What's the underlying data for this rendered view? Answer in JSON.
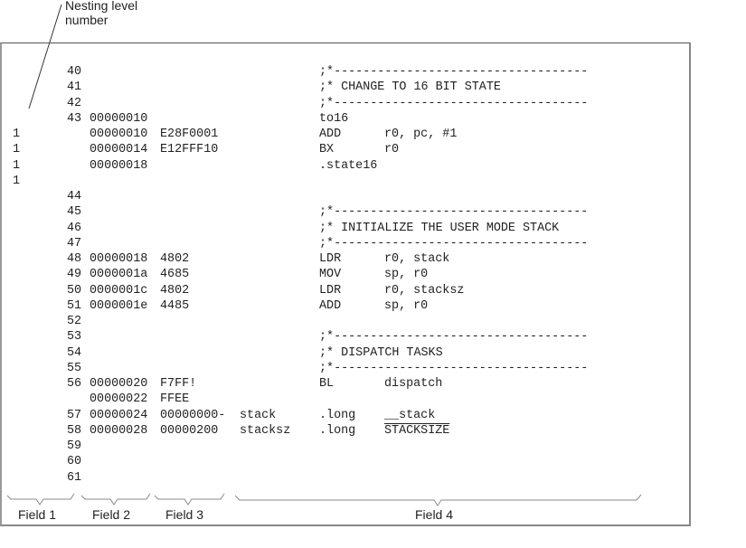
{
  "annotation": {
    "label_line1": "Nesting level",
    "label_line2": "number"
  },
  "listing": {
    "rows": [
      {
        "nest": "",
        "line": "40",
        "addr": "",
        "obj": "",
        "label": "",
        "mnem": "",
        "oper": "",
        "comment": ";*-----------------------------------"
      },
      {
        "nest": "",
        "line": "41",
        "addr": "",
        "obj": "",
        "label": "",
        "mnem": "",
        "oper": "",
        "comment": ";* CHANGE TO 16 BIT STATE"
      },
      {
        "nest": "",
        "line": "42",
        "addr": "",
        "obj": "",
        "label": "",
        "mnem": "",
        "oper": "",
        "comment": ";*-----------------------------------"
      },
      {
        "nest": "",
        "line": "43",
        "addr": "00000010",
        "obj": "",
        "label": "",
        "mnem": "to16",
        "oper": "",
        "comment": ""
      },
      {
        "nest": "1",
        "line": "",
        "addr": "00000010",
        "obj": "E28F0001",
        "label": "",
        "mnem": "ADD",
        "oper": "r0, pc, #1",
        "comment": ""
      },
      {
        "nest": "1",
        "line": "",
        "addr": "00000014",
        "obj": "E12FFF10",
        "label": "",
        "mnem": "BX",
        "oper": "r0",
        "comment": ""
      },
      {
        "nest": "1",
        "line": "",
        "addr": "00000018",
        "obj": "",
        "label": "",
        "mnem": ".state16",
        "oper": "",
        "comment": ""
      },
      {
        "nest": "1",
        "line": "",
        "addr": "",
        "obj": "",
        "label": "",
        "mnem": "",
        "oper": "",
        "comment": ""
      },
      {
        "nest": "",
        "line": "44",
        "addr": "",
        "obj": "",
        "label": "",
        "mnem": "",
        "oper": "",
        "comment": ""
      },
      {
        "nest": "",
        "line": "45",
        "addr": "",
        "obj": "",
        "label": "",
        "mnem": "",
        "oper": "",
        "comment": ";*-----------------------------------"
      },
      {
        "nest": "",
        "line": "46",
        "addr": "",
        "obj": "",
        "label": "",
        "mnem": "",
        "oper": "",
        "comment": ";* INITIALIZE THE USER MODE STACK"
      },
      {
        "nest": "",
        "line": "47",
        "addr": "",
        "obj": "",
        "label": "",
        "mnem": "",
        "oper": "",
        "comment": ";*-----------------------------------"
      },
      {
        "nest": "",
        "line": "48",
        "addr": "00000018",
        "obj": "4802",
        "label": "",
        "mnem": "LDR",
        "oper": "r0, stack",
        "comment": ""
      },
      {
        "nest": "",
        "line": "49",
        "addr": "0000001a",
        "obj": "4685",
        "label": "",
        "mnem": "MOV",
        "oper": "sp, r0",
        "comment": ""
      },
      {
        "nest": "",
        "line": "50",
        "addr": "0000001c",
        "obj": "4802",
        "label": "",
        "mnem": "LDR",
        "oper": "r0, stacksz",
        "comment": ""
      },
      {
        "nest": "",
        "line": "51",
        "addr": "0000001e",
        "obj": "4485",
        "label": "",
        "mnem": "ADD",
        "oper": "sp, r0",
        "comment": ""
      },
      {
        "nest": "",
        "line": "52",
        "addr": "",
        "obj": "",
        "label": "",
        "mnem": "",
        "oper": "",
        "comment": ""
      },
      {
        "nest": "",
        "line": "53",
        "addr": "",
        "obj": "",
        "label": "",
        "mnem": "",
        "oper": "",
        "comment": ";*-----------------------------------"
      },
      {
        "nest": "",
        "line": "54",
        "addr": "",
        "obj": "",
        "label": "",
        "mnem": "",
        "oper": "",
        "comment": ";* DISPATCH TASKS"
      },
      {
        "nest": "",
        "line": "55",
        "addr": "",
        "obj": "",
        "label": "",
        "mnem": "",
        "oper": "",
        "comment": ";*-----------------------------------"
      },
      {
        "nest": "",
        "line": "56",
        "addr": "00000020",
        "obj": "F7FF!",
        "label": "",
        "mnem": "BL",
        "oper": "dispatch",
        "comment": ""
      },
      {
        "nest": "",
        "line": "",
        "addr": "00000022",
        "obj": "FFEE",
        "label": "",
        "mnem": "",
        "oper": "",
        "comment": ""
      },
      {
        "nest": "",
        "line": "57",
        "addr": "00000024",
        "obj": "00000000-",
        "label": "stack",
        "mnem": ".long",
        "oper": "__stack",
        "comment": ""
      },
      {
        "nest": "",
        "line": "58",
        "addr": "00000028",
        "obj": "00000200",
        "label": "stacksz",
        "mnem": ".long",
        "oper": "STACKSIZE",
        "comment": ""
      },
      {
        "nest": "",
        "line": "59",
        "addr": "",
        "obj": "",
        "label": "",
        "mnem": "",
        "oper": "",
        "comment": ""
      },
      {
        "nest": "",
        "line": "60",
        "addr": "",
        "obj": "",
        "label": "",
        "mnem": "",
        "oper": "",
        "comment": ""
      },
      {
        "nest": "",
        "line": "61",
        "addr": "",
        "obj": "",
        "label": "",
        "mnem": "",
        "oper": "",
        "comment": ""
      }
    ]
  },
  "fields": {
    "field1": "Field 1",
    "field2": "Field 2",
    "field3": "Field 3",
    "field4": "Field 4"
  }
}
